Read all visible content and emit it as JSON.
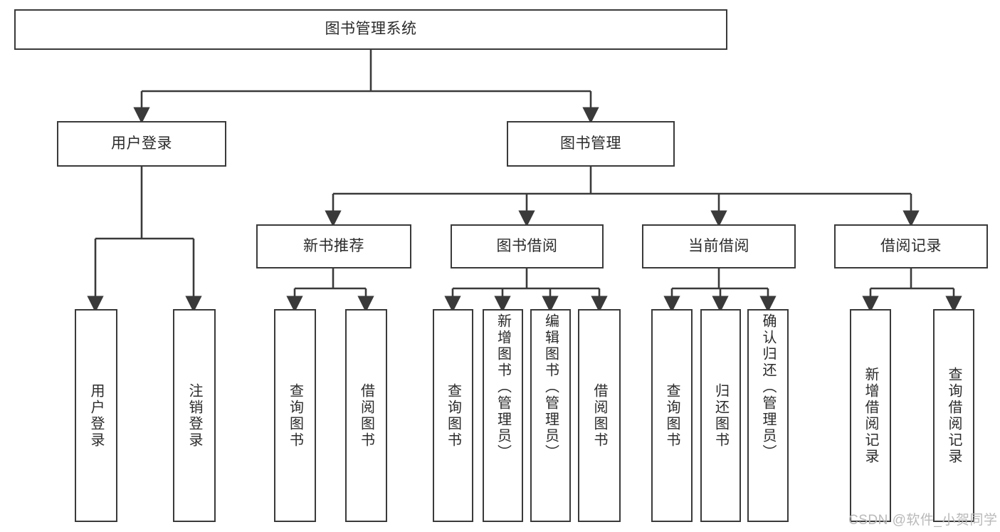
{
  "diagram": {
    "type": "tree-hierarchy",
    "title": "图书管理系统",
    "orientation": "top-down",
    "colors": {
      "box_border": "#3a3a3a",
      "box_fill": "#ffffff",
      "edge": "#3a3a3a",
      "text": "#2b2b2b",
      "watermark": "#b9b9b9",
      "background": "#ffffff"
    },
    "nodes": {
      "root": {
        "label": "图书管理系统"
      },
      "level2": [
        {
          "id": "user-login",
          "label": "用户登录"
        },
        {
          "id": "book-management",
          "label": "图书管理"
        }
      ],
      "level3": [
        {
          "id": "new-book-recommend",
          "label": "新书推荐"
        },
        {
          "id": "book-borrow",
          "label": "图书借阅"
        },
        {
          "id": "current-borrow",
          "label": "当前借阅"
        },
        {
          "id": "borrow-record",
          "label": "借阅记录"
        }
      ],
      "leaves": {
        "user-login": [
          {
            "id": "leaf-user-login",
            "label": "用户登录"
          },
          {
            "id": "leaf-user-logout",
            "label": "注销登录"
          }
        ],
        "new-book-recommend": [
          {
            "id": "leaf-query-book-1",
            "label": "查询图书"
          },
          {
            "id": "leaf-borrow-book-1",
            "label": "借阅图书"
          }
        ],
        "book-borrow": [
          {
            "id": "leaf-query-book-2",
            "label": "查询图书"
          },
          {
            "id": "leaf-add-book-admin",
            "label": "新增图书（管理员）"
          },
          {
            "id": "leaf-edit-book-admin",
            "label": "编辑图书（管理员）"
          },
          {
            "id": "leaf-borrow-book-2",
            "label": "借阅图书"
          }
        ],
        "current-borrow": [
          {
            "id": "leaf-query-book-3",
            "label": "查询图书"
          },
          {
            "id": "leaf-return-book",
            "label": "归还图书"
          },
          {
            "id": "leaf-confirm-return-admin",
            "label": "确认归还（管理员）"
          }
        ],
        "borrow-record": [
          {
            "id": "leaf-add-borrow-record",
            "label": "新增借阅记录"
          },
          {
            "id": "leaf-query-borrow-record",
            "label": "查询借阅记录"
          }
        ]
      }
    },
    "watermark": "CSDN @软件_小贺同学"
  }
}
